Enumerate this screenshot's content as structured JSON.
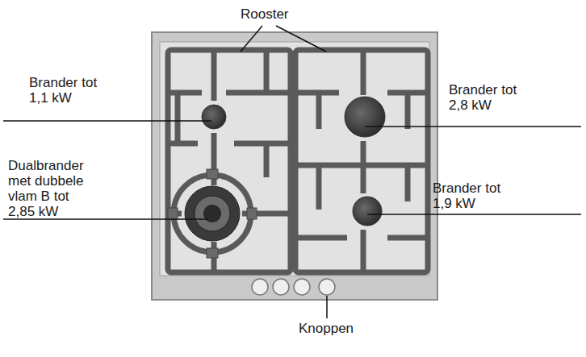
{
  "diagram": {
    "labels": [
      "Rooster",
      "Brander tot 1,1 kW",
      "Brander tot 2,8 kW",
      "Dualbrander met dubbele vlam B tot 2,85 kW",
      "Brander tot 1,9 kW",
      "Knoppen"
    ]
  }
}
